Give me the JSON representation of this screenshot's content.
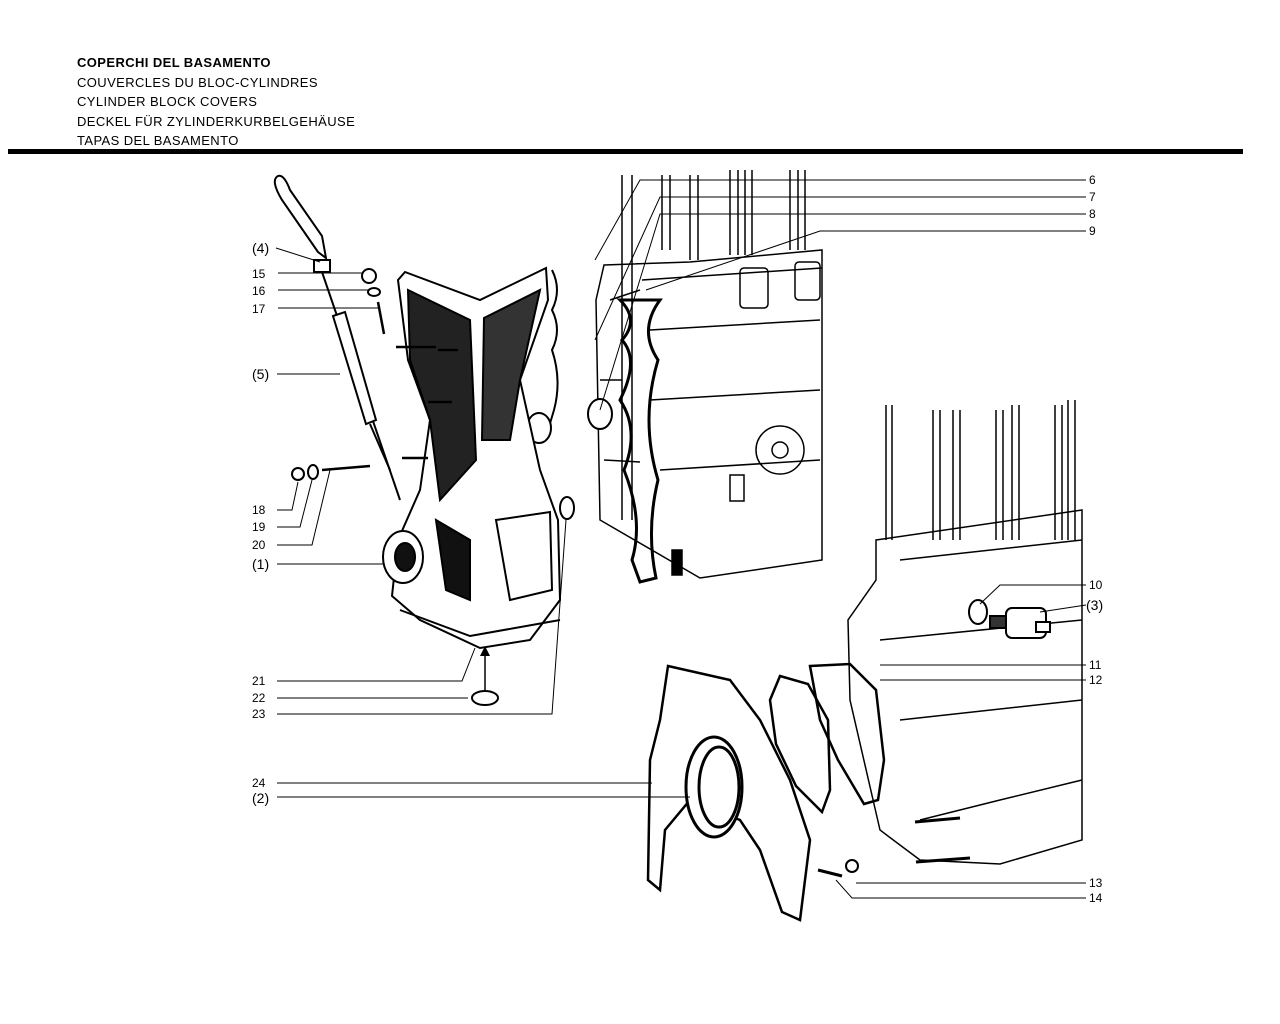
{
  "header": {
    "lines": [
      "COPERCHI DEL BASAMENTO",
      "COUVERCLES DU BLOC-CYLINDRES",
      "CYLINDER BLOCK COVERS",
      "DECKEL FÜR ZYLINDERKURBELGEHÄUSE",
      "TAPAS DEL BASAMENTO"
    ]
  },
  "callouts": {
    "c1": "(1)",
    "c2": "(2)",
    "c3": "(3)",
    "c4": "(4)",
    "c5": "(5)",
    "n6": "6",
    "n7": "7",
    "n8": "8",
    "n9": "9",
    "n10": "10",
    "n11": "11",
    "n12": "12",
    "n13": "13",
    "n14": "14",
    "n15": "15",
    "n16": "16",
    "n17": "17",
    "n18": "18",
    "n19": "19",
    "n20": "20",
    "n21": "21",
    "n22": "22",
    "n23": "23",
    "n24": "24"
  }
}
